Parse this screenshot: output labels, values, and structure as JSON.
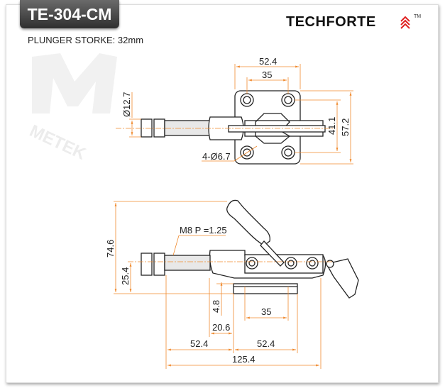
{
  "header": {
    "model": "TE-304-CM",
    "brand": "TECHFORTE",
    "trademark": "TM",
    "subtitle": "PLUNGER STORKE: 32mm",
    "watermark": "METEK"
  },
  "colors": {
    "dimension": "#f08a2e",
    "logo_accent": "#e02020",
    "badge": "#3a3a3a"
  },
  "top_view": {
    "dims": {
      "overall_width": "52.4",
      "hole_spacing": "35",
      "plunger_dia": "Ø12.7",
      "hole_spacing_v": "41.1",
      "overall_height": "57.2",
      "holes": "4-Ø6.7"
    }
  },
  "side_view": {
    "dims": {
      "height": "74.6",
      "center_height": "25.4",
      "thread": "M8 P =1.25",
      "base_thickness": "4.8",
      "offset": "20.6",
      "hole_spacing": "35",
      "left_len": "52.4",
      "right_len": "52.4",
      "overall_len": "125.4"
    }
  }
}
